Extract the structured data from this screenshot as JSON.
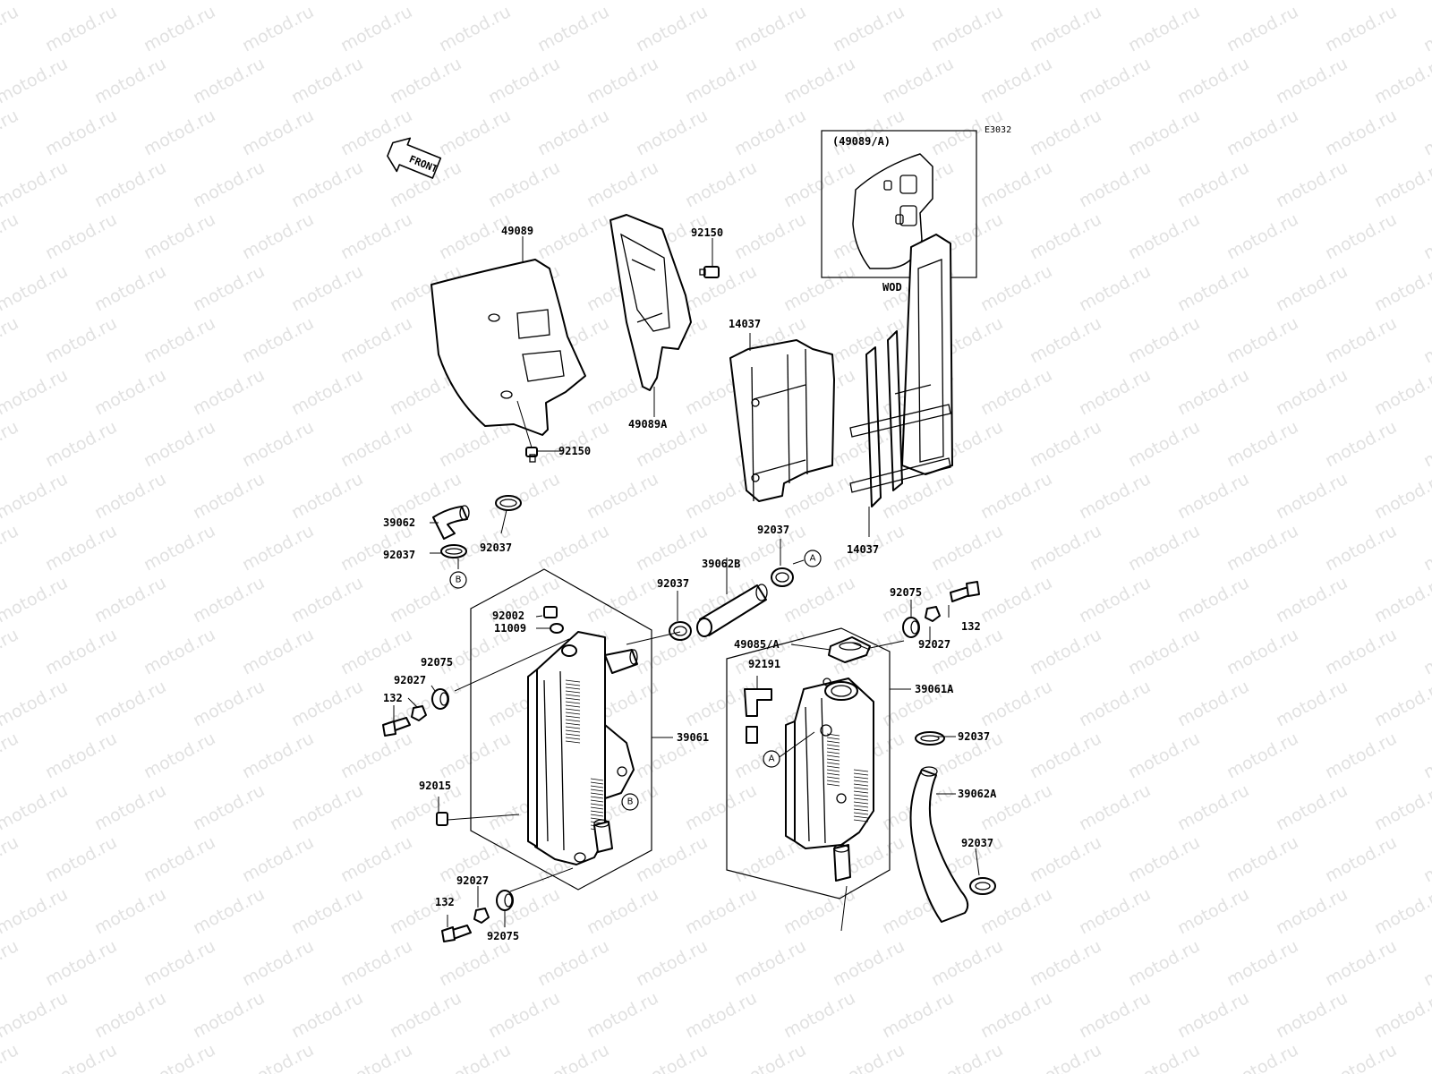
{
  "diagram_code": "E3032",
  "watermark_text": "motod.ru",
  "front_arrow_text": "FRONT",
  "inset": {
    "title": "(49089/A)",
    "caption": "WOD"
  },
  "reference_markers": [
    "A",
    "B"
  ],
  "part_labels": {
    "p49089": "49089",
    "p92150_top": "92150",
    "p49089A": "49089A",
    "p92150_bottom": "92150",
    "p14037_left": "14037",
    "p14037_right": "14037",
    "p39062": "39062",
    "p92037_a": "92037",
    "p92037_b": "92037",
    "p92037_c": "92037",
    "p39062B": "39062B",
    "p92037_d": "92037",
    "p92075_top": "92075",
    "p132_right": "132",
    "p92027_right": "92027",
    "p92002": "92002",
    "p11009": "11009",
    "p49085A": "49085/A",
    "p92191": "92191",
    "p39061A": "39061A",
    "p92037_e": "92037",
    "p92075_left": "92075",
    "p92027_left": "92027",
    "p132_left": "132",
    "p39061": "39061",
    "p39062A": "39062A",
    "p92015": "92015",
    "p92037_f": "92037",
    "p92027_bottom": "92027",
    "p132_bottom": "132",
    "p92075_bottom": "92075"
  },
  "colors": {
    "line": "#000000",
    "background": "#ffffff",
    "watermark": "#c8c8c8"
  }
}
